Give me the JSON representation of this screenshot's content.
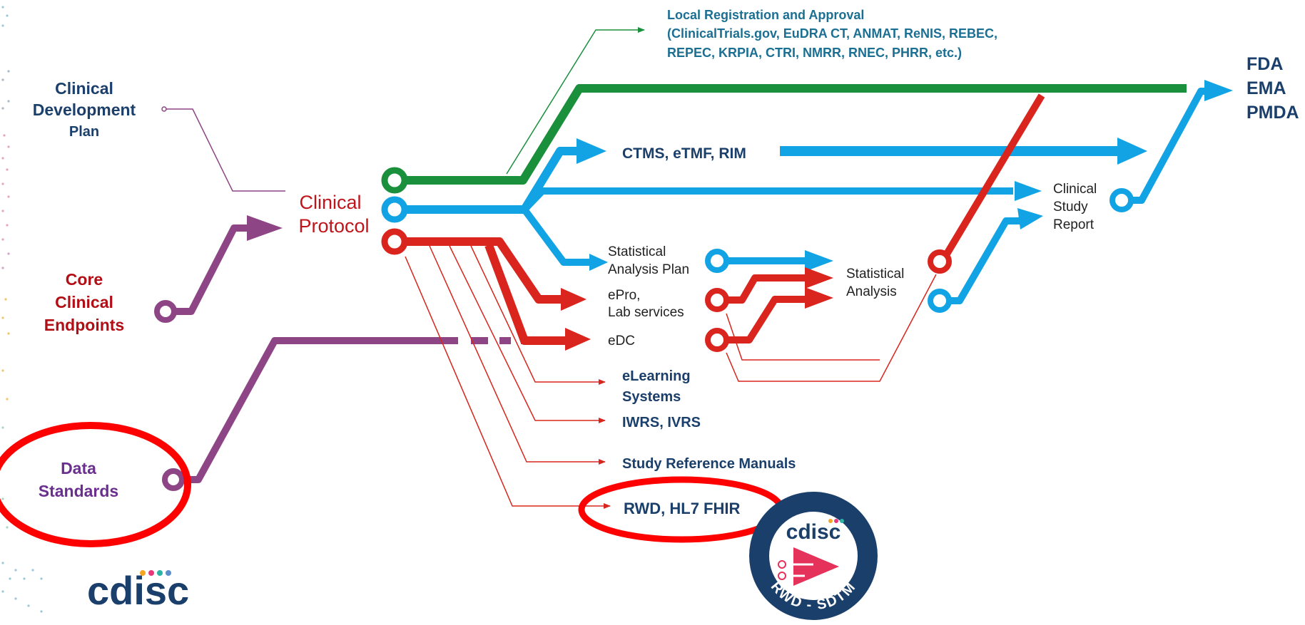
{
  "colors": {
    "green": "#1a8f3c",
    "blue": "#12a3e4",
    "red": "#d9251d",
    "purple": "#8e4585",
    "navy": "#1b3f6b",
    "highlight_red": "#ff0000"
  },
  "inputs": {
    "clinical_development_plan": [
      "Clinical",
      "Development",
      "Plan"
    ],
    "core_clinical_endpoints": [
      "Core",
      "Clinical",
      "Endpoints"
    ],
    "data_standards": [
      "Data",
      "Standards"
    ]
  },
  "protocol": [
    "Clinical",
    "Protocol"
  ],
  "registration": [
    "Local Registration and Approval",
    "(ClinicalTrials.gov, EuDRA CT, ANMAT, ReNIS, REBEC,",
    "REPEC, KRPIA, CTRI, NMRR, RNEC, PHRR, etc.)"
  ],
  "regulators": [
    "FDA",
    "EMA",
    "PMDA"
  ],
  "systems": {
    "ctms": "CTMS, eTMF, RIM",
    "sap": [
      "Statistical",
      "Analysis Plan"
    ],
    "epro": [
      "ePro,",
      "Lab services"
    ],
    "edc": "eDC",
    "statistical_analysis": [
      "Statistical",
      "Analysis"
    ],
    "csr": [
      "Clinical",
      "Study",
      "Report"
    ],
    "elearning": [
      "eLearning",
      "Systems"
    ],
    "iwrs": "IWRS, IVRS",
    "manuals": "Study Reference Manuals",
    "rwd": "RWD, HL7 FHIR"
  },
  "logos": {
    "cdisc": "cdisc",
    "badge_top": "cdisc",
    "badge_bottom": "RWD - SDTM"
  }
}
